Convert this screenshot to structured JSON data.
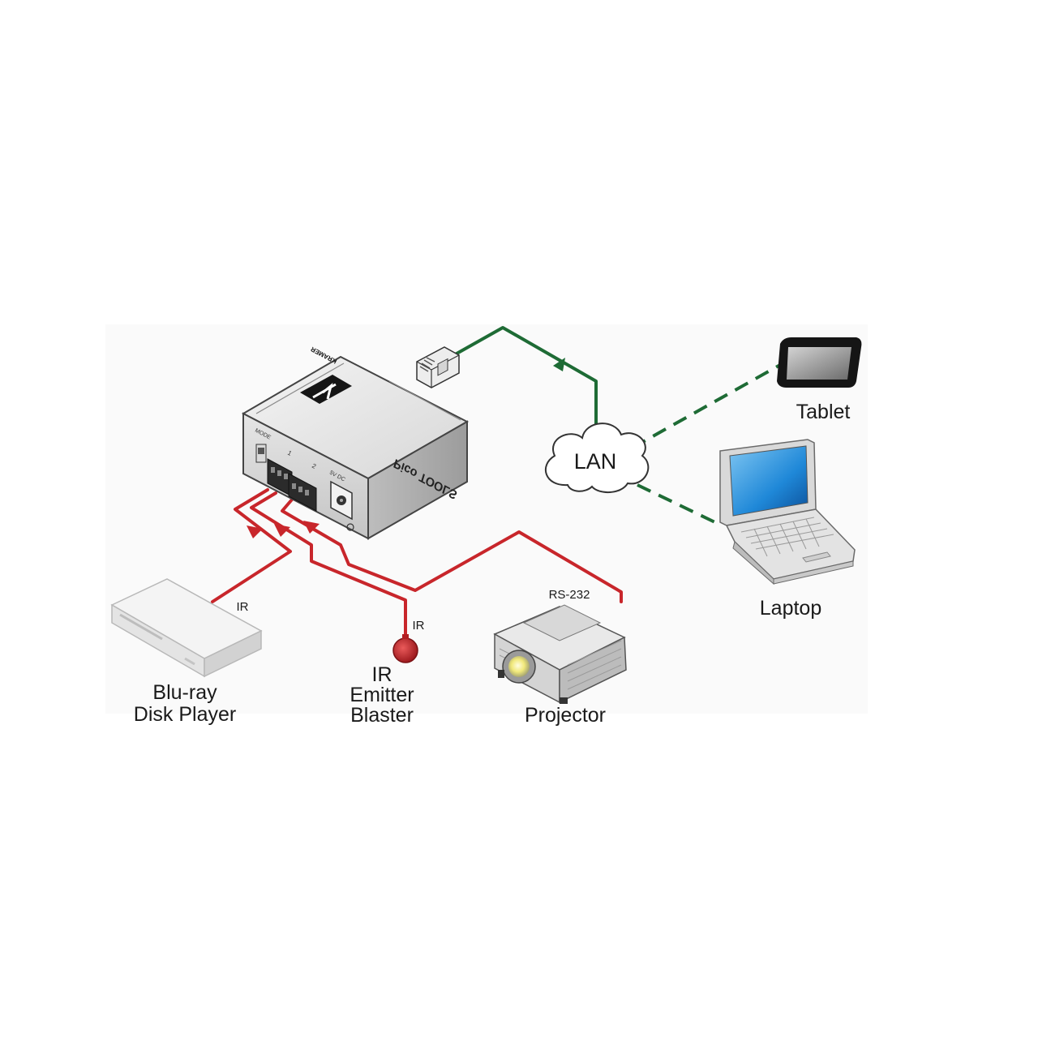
{
  "device": {
    "brand": "KRAMER",
    "series": "Pico TOOLS",
    "mode_label": "MODE",
    "port1": "1",
    "port2": "2",
    "power_label": "5V DC"
  },
  "network": {
    "lan": "LAN"
  },
  "labels": {
    "tablet": "Tablet",
    "laptop": "Laptop",
    "bluray": [
      "Blu-ray",
      "Disk Player"
    ],
    "ir_emitter": [
      "IR",
      "Emitter",
      "Blaster"
    ],
    "projector": "Projector",
    "ir_link_1": "IR",
    "ir_link_2": "IR",
    "rs232_link": "RS-232"
  },
  "colors": {
    "ir_cable": "#c8262b",
    "lan_cable": "#1e6b35",
    "wireless_link": "#1e6b35",
    "emitter": "#c8262b"
  }
}
